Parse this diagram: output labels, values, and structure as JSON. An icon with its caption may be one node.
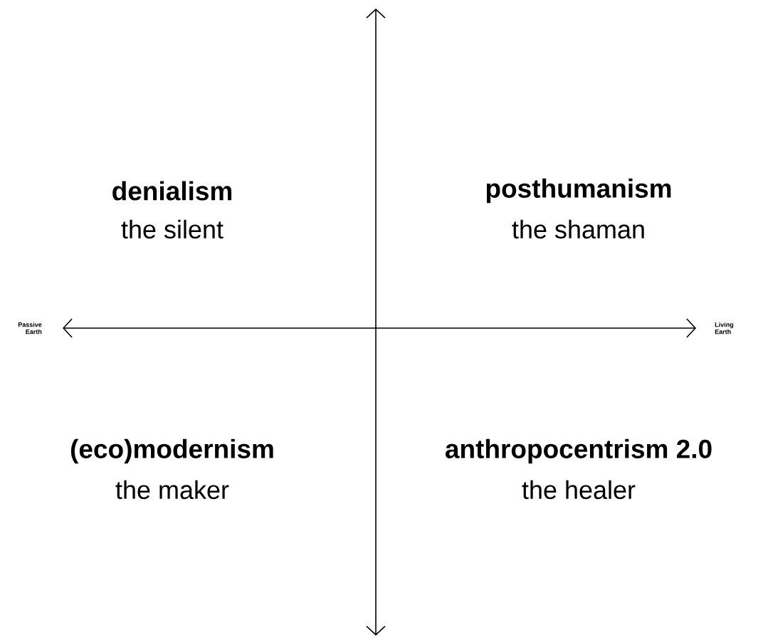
{
  "diagram": {
    "labels": [
      "denialism",
      "the silent",
      "posthumanism",
      "the shaman",
      "Passive Earth",
      "Living Earth",
      "(eco)modernism",
      "the maker",
      "anthropocentrism 2.0",
      "the healer"
    ]
  }
}
